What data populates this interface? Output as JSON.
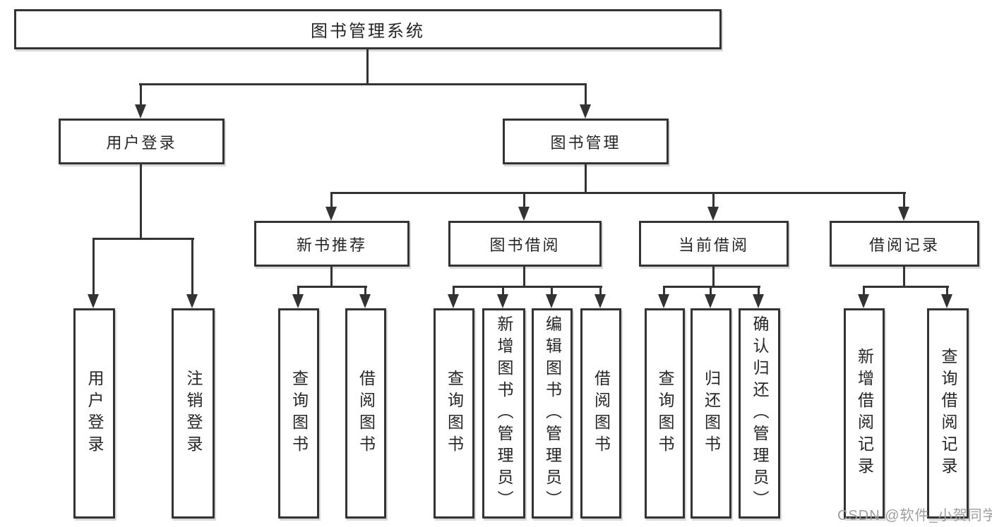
{
  "colors": {
    "line": "#333333",
    "text": "#262626",
    "background": "#ffffff",
    "watermark_gray": "#9e9e9e"
  },
  "diagram": {
    "root": "图书管理系统",
    "level2": [
      "用户登录",
      "图书管理"
    ],
    "level3": [
      "新书推荐",
      "图书借阅",
      "当前借阅",
      "借阅记录"
    ],
    "leaves": {
      "user_login_children": [
        "用户登录",
        "注销登录"
      ],
      "new_book_children": [
        "查询图书",
        "借阅图书"
      ],
      "book_borrow_children": [
        "查询图书",
        "新增图书（管理员）",
        "编辑图书（管理员）",
        "借阅图书"
      ],
      "current_borrow_children": [
        "查询图书",
        "归还图书",
        "确认归还（管理员）"
      ],
      "borrow_record_children": [
        "新增借阅记录",
        "查询借阅记录"
      ]
    }
  },
  "watermark": "CSDN @软件_小贺同学"
}
